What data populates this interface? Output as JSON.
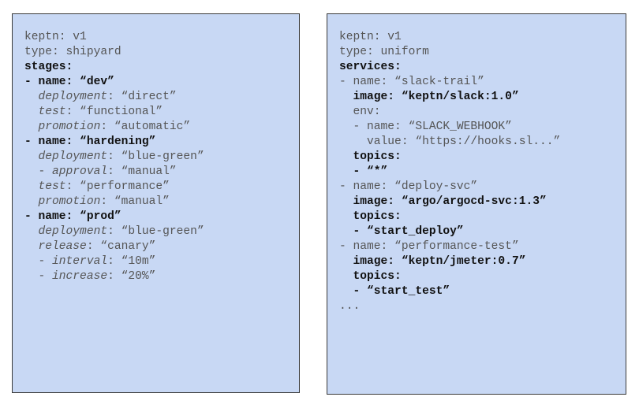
{
  "left_panel": {
    "lines": [
      {
        "text": "keptn: v1",
        "style": "plain"
      },
      {
        "text": "type: shipyard",
        "style": "plain"
      },
      {
        "text": "stages:",
        "style": "bold"
      },
      {
        "text": "- name: “dev”",
        "style": "bold"
      },
      {
        "text": "  deployment: “direct”",
        "style": "keyitalic",
        "key": "deployment",
        "value": ": “direct”"
      },
      {
        "text": "  test: “functional”",
        "style": "keyitalic",
        "key": "test",
        "value": ": “functional”"
      },
      {
        "text": "  promotion: “automatic”",
        "style": "keyitalic",
        "key": "promotion",
        "value": ": “automatic”"
      },
      {
        "text": "- name: “hardening”",
        "style": "bold"
      },
      {
        "text": "  deployment: “blue-green”",
        "style": "keyitalic",
        "key": "deployment",
        "value": ": “blue-green”"
      },
      {
        "text": "  - approval: “manual”",
        "style": "keyitalic",
        "key": "approval",
        "value": ": “manual”"
      },
      {
        "text": "  test: “performance”",
        "style": "keyitalic",
        "key": "test",
        "value": ": “performance”"
      },
      {
        "text": "  promotion: “manual”",
        "style": "keyitalic",
        "key": "promotion",
        "value": ": “manual”"
      },
      {
        "text": "- name: “prod”",
        "style": "bold"
      },
      {
        "text": "  deployment: “blue-green”",
        "style": "keyitalic",
        "key": "deployment",
        "value": ": “blue-green”"
      },
      {
        "text": "  release: “canary”",
        "style": "keyitalic",
        "key": "release",
        "value": ": “canary”"
      },
      {
        "text": "  - interval: “10m”",
        "style": "keyitalic",
        "key": "interval",
        "value": ": “10m”"
      },
      {
        "text": "  - increase: “20%”",
        "style": "keyitalic",
        "key": "increase",
        "value": ": “20%”"
      }
    ]
  },
  "right_panel": {
    "lines": [
      {
        "text": "keptn: v1",
        "style": "plain"
      },
      {
        "text": "type: uniform",
        "style": "plain"
      },
      {
        "text": "services:",
        "style": "bold"
      },
      {
        "text": "- name: “slack-trail”",
        "style": "plain"
      },
      {
        "text": "  image: “keptn/slack:1.0”",
        "style": "bold"
      },
      {
        "text": "  env:",
        "style": "plain"
      },
      {
        "text": "  - name: “SLACK_WEBHOOK”",
        "style": "plain"
      },
      {
        "text": "    value: “https://hooks.sl...”",
        "style": "plain"
      },
      {
        "text": "  topics:",
        "style": "bold"
      },
      {
        "text": "  - “*”",
        "style": "bold"
      },
      {
        "text": "- name: “deploy-svc”",
        "style": "plain"
      },
      {
        "text": "  image: “argo/argocd-svc:1.3”",
        "style": "bold"
      },
      {
        "text": "  topics:",
        "style": "bold"
      },
      {
        "text": "  - “start_deploy”",
        "style": "bold"
      },
      {
        "text": "- name: “performance-test”",
        "style": "plain"
      },
      {
        "text": "  image: “keptn/jmeter:0.7”",
        "style": "bold"
      },
      {
        "text": "  topics:",
        "style": "bold"
      },
      {
        "text": "  - “start_test”",
        "style": "bold"
      },
      {
        "text": "...",
        "style": "plain"
      }
    ]
  }
}
